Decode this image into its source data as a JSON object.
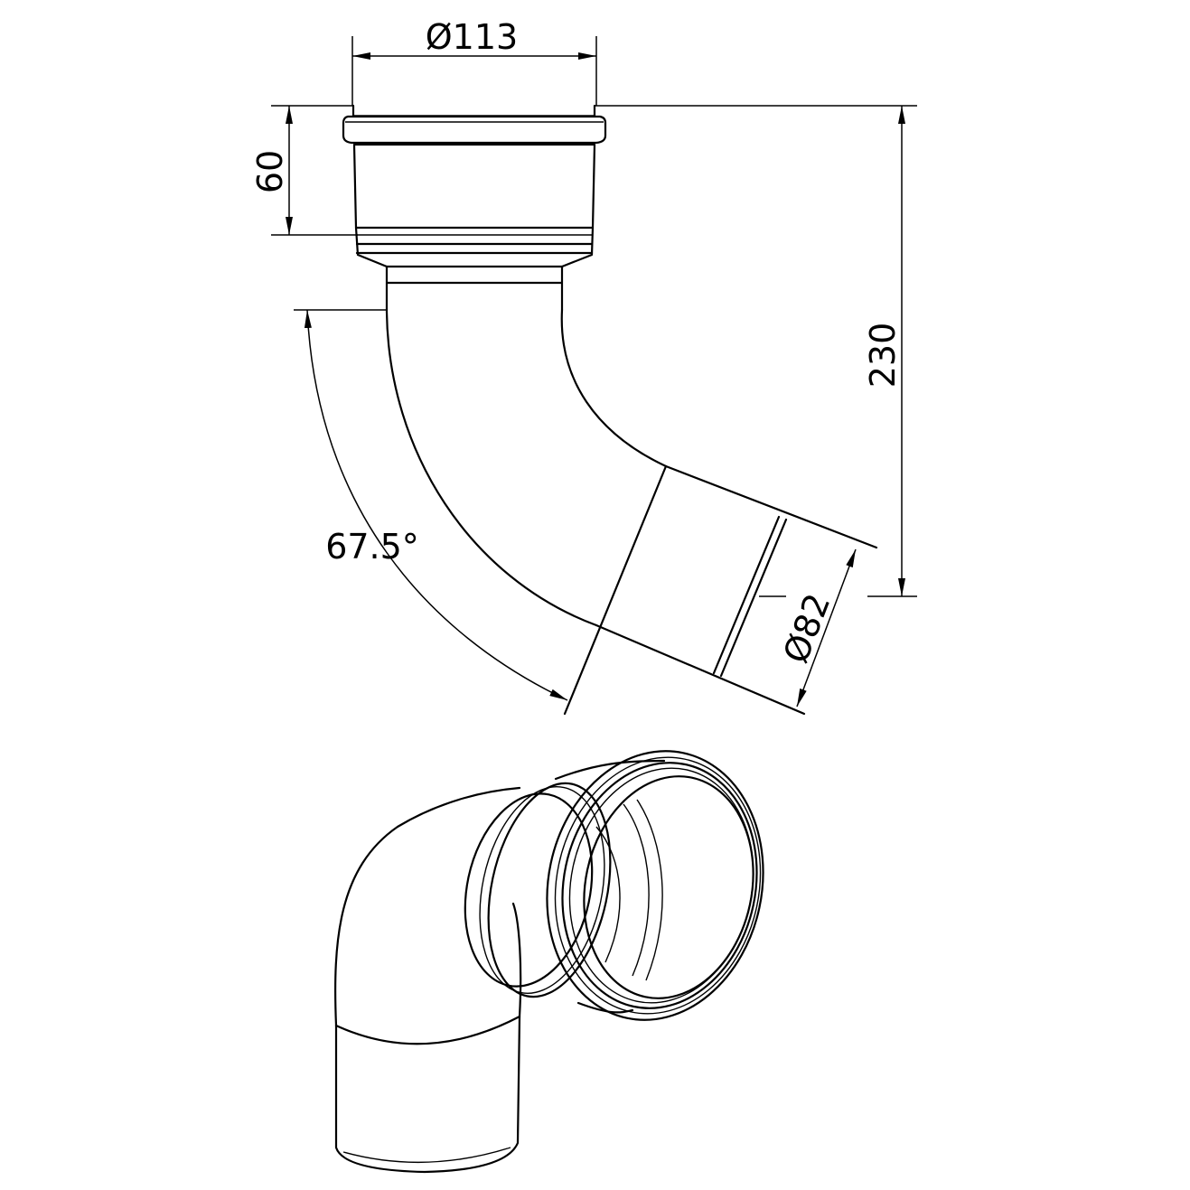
{
  "drawing": {
    "title": "67.5 degree bend with socket",
    "dimensions": {
      "socket_diameter": "Ø113",
      "socket_depth": "60",
      "overall_height": "230",
      "bend_angle": "67.5°",
      "spigot_diameter": "Ø82"
    },
    "colors": {
      "line": "#000000",
      "background": "#ffffff"
    }
  }
}
